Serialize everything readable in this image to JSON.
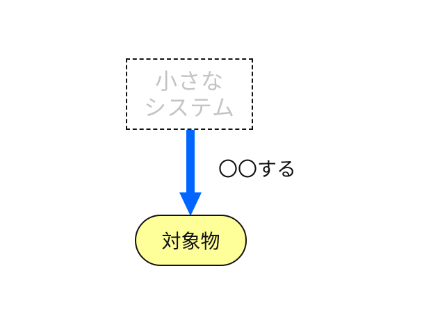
{
  "diagram": {
    "system_box": {
      "line1": "小さな",
      "line2": "システム",
      "text_color": "#c4c4c4",
      "border_style": "dashed"
    },
    "arrow": {
      "color": "#0066ff",
      "direction": "down"
    },
    "action_label": "〇〇する",
    "target_node": {
      "label": "対象物",
      "fill": "#ffff99"
    }
  }
}
